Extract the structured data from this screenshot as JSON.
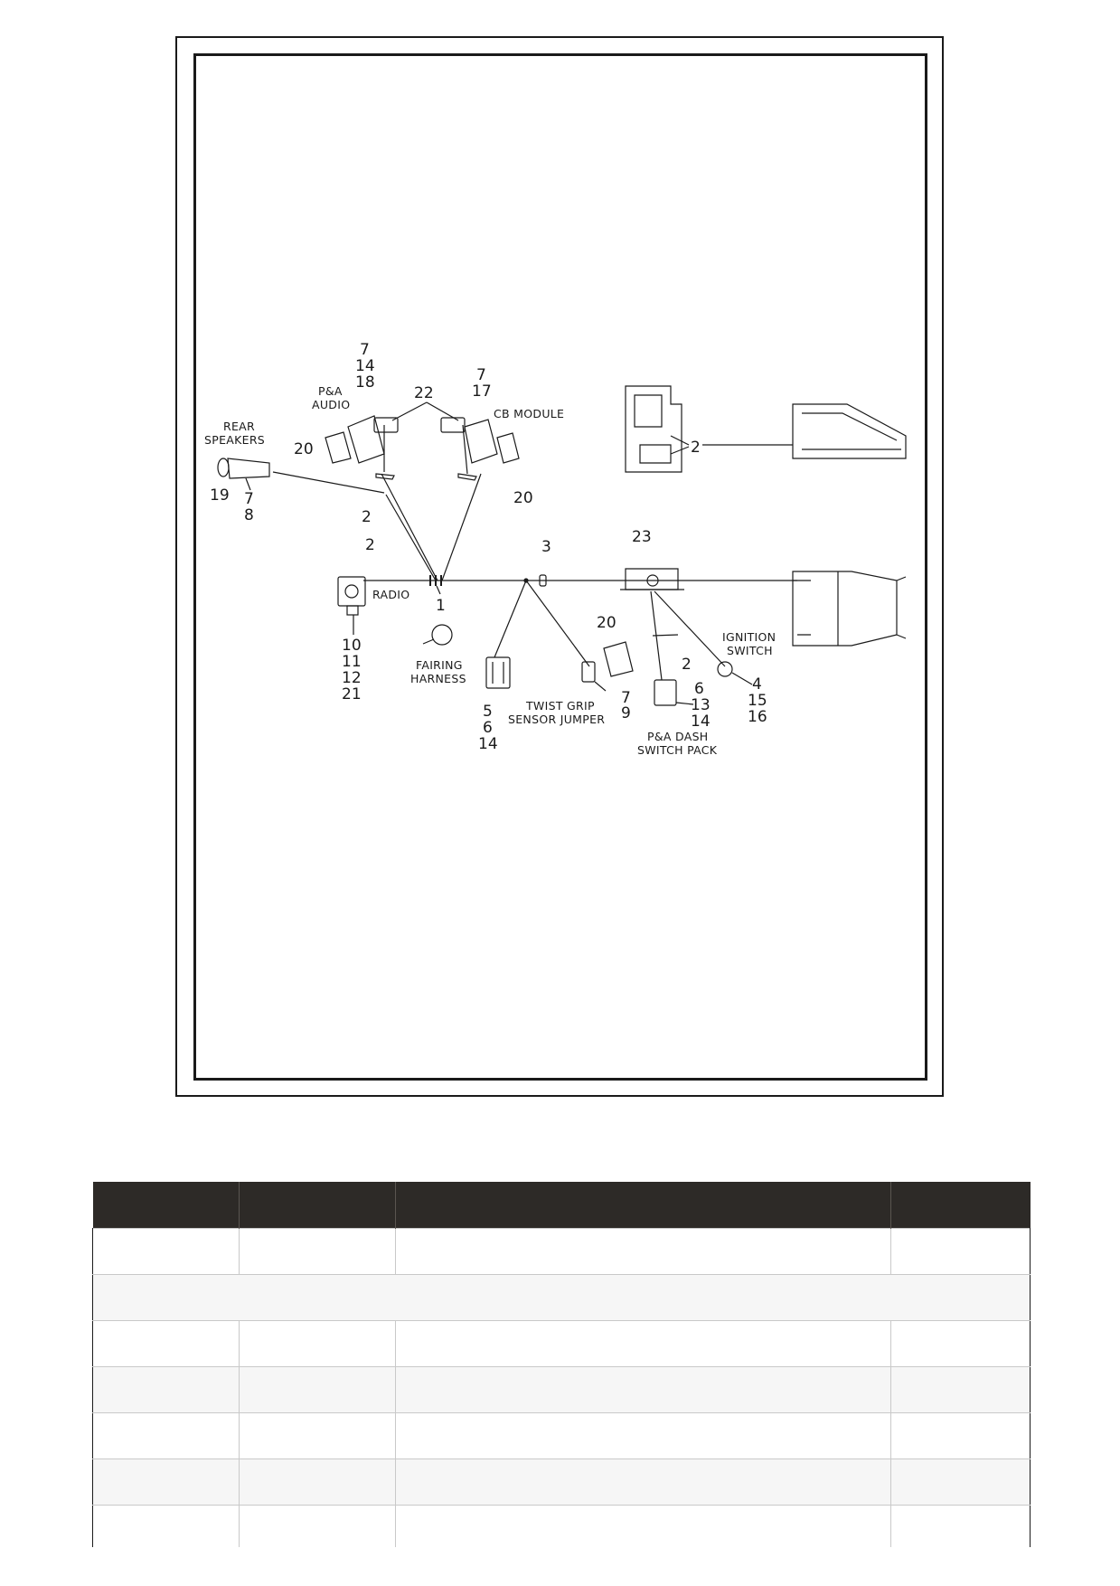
{
  "diagram": {
    "labels": {
      "rear_speakers_1": "REAR",
      "rear_speakers_2": "SPEAKERS",
      "pa_audio_1": "P&A",
      "pa_audio_2": "AUDIO",
      "cb_module": "CB MODULE",
      "radio": "RADIO",
      "fairing_harness_1": "FAIRING",
      "fairing_harness_2": "HARNESS",
      "twist_grip_1": "TWIST GRIP",
      "twist_grip_2": "SENSOR JUMPER",
      "ignition_switch_1": "IGNITION",
      "ignition_switch_2": "SWITCH",
      "dash_switch_1": "P&A DASH",
      "dash_switch_2": "SWITCH PACK"
    },
    "callouts": {
      "pa_audio_nums": [
        "7",
        "14",
        "18"
      ],
      "n22": "22",
      "cb_nums": [
        "7",
        "17"
      ],
      "n20_left": "20",
      "n19": "19",
      "rear_nums": [
        "7",
        "8"
      ],
      "n2_speaker": "2",
      "n20_cb": "20",
      "n2_bracket": "2",
      "n2_radio": "2",
      "n3": "3",
      "n23": "23",
      "n1": "1",
      "radio_nums": [
        "10",
        "11",
        "12",
        "21"
      ],
      "n20_twist": "20",
      "twist_nums": [
        "7",
        "9"
      ],
      "n5_nums": [
        "5",
        "6",
        "14"
      ],
      "n2_dash": "2",
      "dash_nums": [
        "6",
        "13",
        "14"
      ],
      "ign_nums": [
        "4",
        "15",
        "16"
      ]
    }
  },
  "table": {
    "columns": 4,
    "rows": 7
  }
}
